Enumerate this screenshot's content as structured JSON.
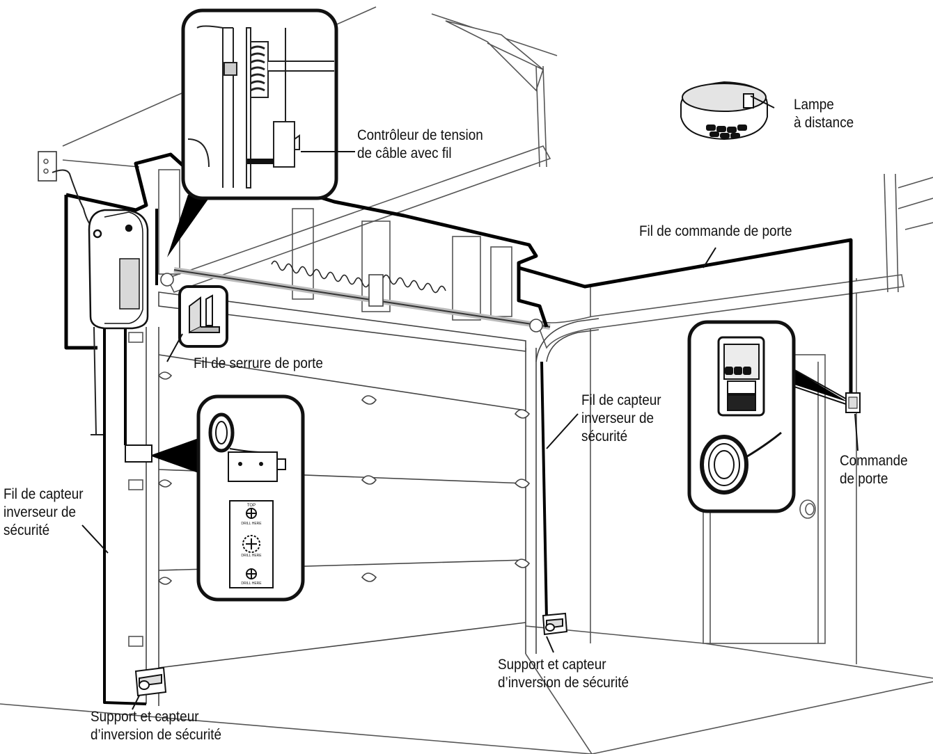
{
  "labels": {
    "cable_tension": [
      "Contrôleur de tension",
      "de câble avec fil"
    ],
    "remote_light": [
      "Lampe",
      "à distance"
    ],
    "door_control_wire": [
      "Fil de commande de porte"
    ],
    "door_lock_wire": [
      "Fil de serrure de porte"
    ],
    "safety_sensor_wire_right": [
      "Fil de capteur",
      "inverseur de",
      "sécurité"
    ],
    "safety_sensor_wire_left": [
      "Fil de capteur",
      "inverseur de",
      "sécurité"
    ],
    "door_control": [
      "Commande",
      "de porte"
    ],
    "bracket_sensor_right": [
      "Support et capteur",
      "d’inversion de sécurité"
    ],
    "bracket_sensor_left": [
      "Support et capteur",
      "d’inversion de sécurité"
    ]
  },
  "bracket_text": {
    "top": "TOP",
    "drill": "DRILL HERE"
  },
  "colors": {
    "line": "#111111",
    "wire": "#000000",
    "light_line": "#666666",
    "fill": "#ffffff",
    "shade": "#e9e9e9"
  }
}
